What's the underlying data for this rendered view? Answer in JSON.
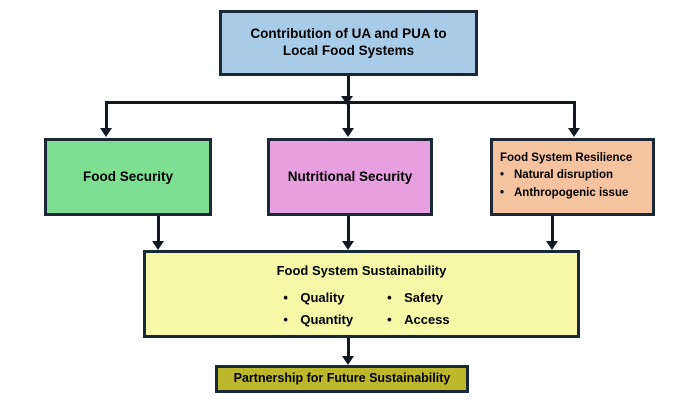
{
  "diagram": {
    "type": "flowchart",
    "title": "Contribution of UA and PUA to Local Food Systems",
    "nodes": {
      "root": {
        "label": "Contribution of UA and PUA to Local Food Systems",
        "color": "#a8cbe8",
        "border_color": "#1b2838"
      },
      "food_security": {
        "label": "Food Security",
        "color": "#7ede92",
        "border_color": "#1b2838"
      },
      "nutritional_security": {
        "label": "Nutritional Security",
        "color": "#e79fe0",
        "border_color": "#1b2838"
      },
      "resilience": {
        "label": "Food System Resilience",
        "color": "#f5c3a0",
        "border_color": "#1b2838",
        "bullets": [
          "Natural disruption",
          "Anthropogenic issue"
        ],
        "bullet_marker": "•"
      },
      "sustainability": {
        "label": "Food System Sustainability",
        "color": "#f7f7a8",
        "border_color": "#1b2838",
        "bullets": [
          "Quality",
          "Safety",
          "Quantity",
          "Access"
        ],
        "bullet_marker": "•"
      },
      "partnership": {
        "label": "Partnership for Future Sustainability",
        "color": "#bdb72c",
        "border_color": "#1b2838"
      }
    },
    "edges": [
      {
        "from": "root",
        "to": "food_security"
      },
      {
        "from": "root",
        "to": "nutritional_security"
      },
      {
        "from": "root",
        "to": "resilience"
      },
      {
        "from": "food_security",
        "to": "sustainability"
      },
      {
        "from": "nutritional_security",
        "to": "sustainability"
      },
      {
        "from": "resilience",
        "to": "sustainability"
      },
      {
        "from": "sustainability",
        "to": "partnership"
      }
    ],
    "connector_color": "#111820"
  }
}
